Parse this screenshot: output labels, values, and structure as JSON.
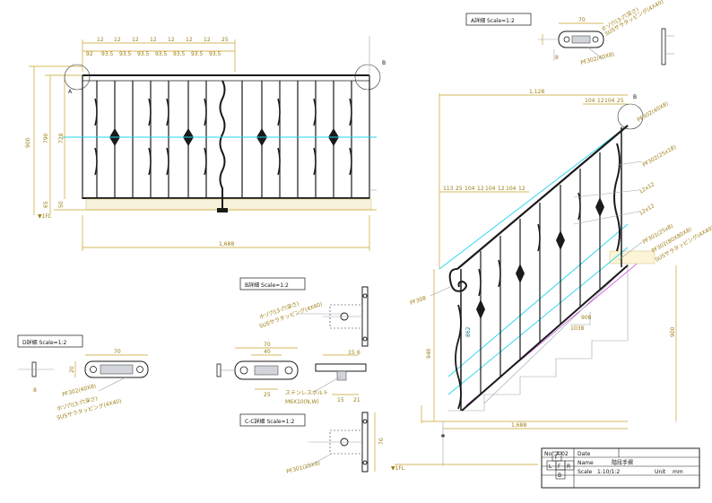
{
  "details": {
    "a_title": "A詳細 Scale=1:2",
    "b_title": "B詳細 Scale=1:2",
    "c_title": "C-C詳細 Scale=1:2",
    "d_title": "D詳細 Scale=1:2"
  },
  "elevation": {
    "top_dims": [
      "12",
      "12",
      "12",
      "12",
      "12",
      "12",
      "12",
      "25"
    ],
    "pitch_dims": [
      "92",
      "93.5",
      "93.5",
      "93.5",
      "93.5",
      "93.5",
      "93.5",
      "93.5"
    ],
    "total_width": "1,688",
    "height_outer": "900",
    "height_inner": "790",
    "height_mid": "728",
    "height_bottom": "50",
    "height_low": "65",
    "fl_mark": "▼1FL",
    "callout_a": "A",
    "callout_b": "B"
  },
  "stair": {
    "top_width": "1,128",
    "top_pitch": [
      "104",
      "12",
      "104",
      "25"
    ],
    "mid_pitch": [
      "113",
      "25",
      "104",
      "12",
      "104",
      "12",
      "104",
      "12"
    ],
    "bottom_width": "1,688",
    "height_left": "940",
    "height_right": "900",
    "rail_length": "862",
    "step_label": "908",
    "step_label2": "1038",
    "fl_mark": "▼1FL",
    "callout_b": "B",
    "labels": {
      "top_rail": "PF302(40X8)",
      "upper_bar": "PF302(25x18)",
      "bar_12": "12x12",
      "bar_12b": "12x12",
      "post": "PF301(25x8)",
      "base": "PF302(80X80X8)",
      "base2": "SUSサラタッピング(4X40)",
      "scroll": "PF308"
    }
  },
  "a_detail": {
    "width": "70",
    "callout1": "ホゾ穴(3-穴深さ)",
    "callout2": "SUSサラタッピング(4X40)",
    "part": "PF302(40X8)",
    "side_label": "8"
  },
  "b_detail": {
    "width": "70",
    "inner": "40",
    "bolt": "25",
    "callout1": "ホゾ穴(3-穴深さ)",
    "callout2": "SUSサラタッピング(4X40)",
    "callout3": "ステンレスボルト",
    "callout4": "M6X10(N,W)",
    "side1": "15",
    "side2": "6",
    "side3": "15",
    "side4": "21"
  },
  "c_detail": {
    "height": "70",
    "part": "PF301(25X8)"
  },
  "d_detail": {
    "width": "70",
    "height": "20",
    "part": "PF302(40X8)",
    "callout1": "ホゾ穴(3-穴深さ)",
    "callout2": "SUSサラタッピング(4X40)",
    "side": "8"
  },
  "title_block": {
    "no_label": "No.",
    "no_value": "A-02",
    "date_label": "Date",
    "name_label": "Name",
    "name_value": "階段手摺",
    "scale_label": "Scale",
    "scale_value": "1:10/1:2",
    "unit_label": "Unit",
    "unit_value": "mm",
    "views": [
      "T",
      "L",
      "F",
      "R",
      "B"
    ]
  },
  "colors": {
    "dimension": "#c9a227",
    "ironwork": "#1a1a1a",
    "construction": "#22d3ee",
    "section": "#c026d3"
  }
}
